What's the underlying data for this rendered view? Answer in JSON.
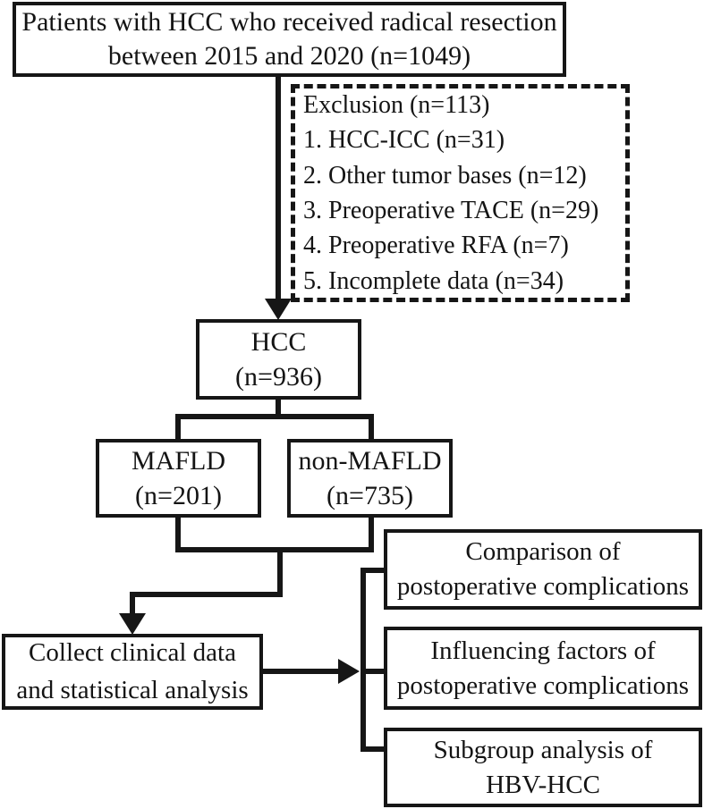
{
  "figure": {
    "type": "flowchart",
    "title": "Patient selection flowchart"
  },
  "nodes": {
    "enrollment": {
      "line1": "Patients with HCC who received radical resection",
      "line2": "between 2015 and 2020 (n=1049)"
    },
    "exclusion": {
      "heading": "Exclusion (n=113)",
      "item1": "1. HCC-ICC (n=31)",
      "item2": "2. Other tumor bases (n=12)",
      "item3": "3. Preoperative TACE (n=29)",
      "item4": "4. Preoperative RFA (n=7)",
      "item5": "5. Incomplete data (n=34)"
    },
    "hcc": {
      "label": "HCC",
      "count": "(n=936)"
    },
    "mafld": {
      "label": "MAFLD",
      "count": "(n=201)"
    },
    "non_mafld": {
      "label": "non-MAFLD",
      "count": "(n=735)"
    },
    "collect": {
      "line1": "Collect clinical data",
      "line2": "and statistical analysis"
    },
    "comparison": {
      "line1": "Comparison of",
      "line2": "postoperative complications"
    },
    "influencing": {
      "line1": "Influencing factors of",
      "line2": "postoperative complications"
    },
    "subgroup": {
      "line1": "Subgroup analysis of",
      "line2": "HBV-HCC"
    }
  },
  "style": {
    "line_color": "#161616",
    "background": "#ffffff",
    "text_color": "#141414"
  }
}
